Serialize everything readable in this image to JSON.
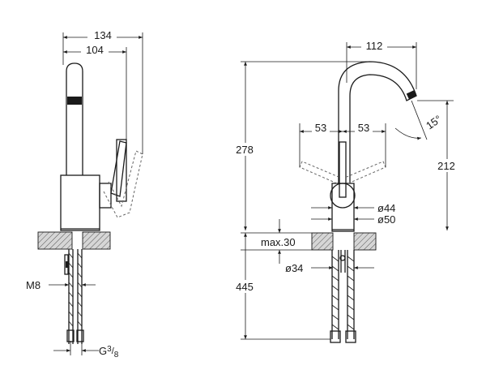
{
  "side_view": {
    "dims": {
      "overall_width": "134",
      "spout_reach": "104",
      "thread": "M8",
      "connection_main": "G",
      "connection_num": "3",
      "connection_den": "8"
    }
  },
  "front_view": {
    "dims": {
      "spout_width": "112",
      "height_total": "278",
      "height_spout": "212",
      "lever_left": "53",
      "lever_right": "53",
      "angle": "15°",
      "body_diameter": "ø44",
      "base_diameter": "ø50",
      "max_counter": "max.30",
      "hole_diameter": "ø34",
      "below_counter": "445"
    }
  }
}
